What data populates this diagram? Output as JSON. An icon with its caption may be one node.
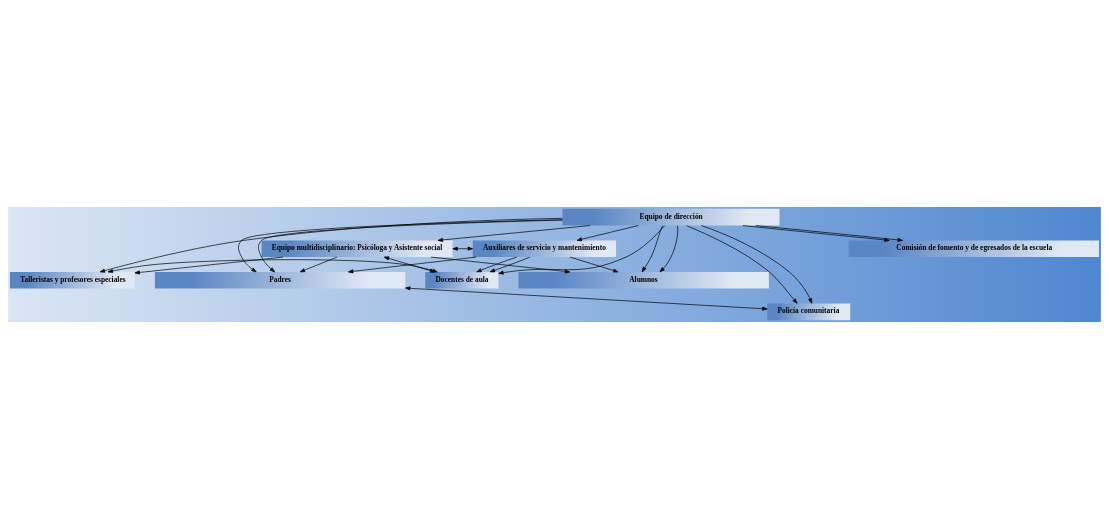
{
  "diagram": {
    "nodes": [
      {
        "text": [
          "Equipo de dirección"
        ]
      },
      {
        "text": [
          "Talleristas y profesores especiales"
        ]
      },
      {
        "text": [
          "Docentes de aula"
        ]
      },
      {
        "text": [
          "Equipo multidisciplinario: Psicóloga y Asistente social"
        ]
      },
      {
        "text": [
          "Auxiliares de servicio y mantenimiento"
        ]
      },
      {
        "text": [
          "Alumnos"
        ]
      },
      {
        "text": [
          "Padres"
        ]
      },
      {
        "text": [
          "Policía comunitaria"
        ]
      },
      {
        "text": [
          "Comisión de fomento y de egresados de la escuela"
        ]
      }
    ],
    "edges": [
      {
        "from": 0,
        "to": 1,
        "arrow": "to"
      },
      {
        "from": 0,
        "to": 3,
        "arrow": "to"
      },
      {
        "from": 0,
        "to": 5,
        "arrow": "to"
      },
      {
        "from": 0,
        "to": 6,
        "arrow": "to"
      },
      {
        "from": 0,
        "to": 7,
        "arrow": "to"
      },
      {
        "from": 0,
        "to": 8,
        "arrow": "to"
      },
      {
        "from": 0,
        "to": 2,
        "arrow": "to"
      },
      {
        "from": 0,
        "to": 4,
        "arrow": "to"
      },
      {
        "from": 0,
        "to": 5,
        "arrow": "to"
      },
      {
        "from": 0,
        "to": 6,
        "arrow": "to"
      },
      {
        "from": 0,
        "to": 7,
        "arrow": "to"
      },
      {
        "from": 0,
        "to": 8,
        "arrow": "to"
      },
      {
        "from": 1,
        "to": 2,
        "arrow": "both"
      },
      {
        "from": 3,
        "to": 1,
        "arrow": "to"
      },
      {
        "from": 3,
        "to": 2,
        "arrow": "both"
      },
      {
        "from": 3,
        "to": 4,
        "arrow": "both"
      },
      {
        "from": 4,
        "to": 2,
        "arrow": "to"
      },
      {
        "from": 4,
        "to": 2,
        "arrow": "to"
      },
      {
        "from": 3,
        "to": 5,
        "arrow": "to"
      },
      {
        "from": 4,
        "to": 5,
        "arrow": "to"
      },
      {
        "from": 3,
        "to": 6,
        "arrow": "to"
      },
      {
        "from": 4,
        "to": 6,
        "arrow": "to"
      },
      {
        "from": 6,
        "to": 7,
        "arrow": "both"
      }
    ]
  }
}
